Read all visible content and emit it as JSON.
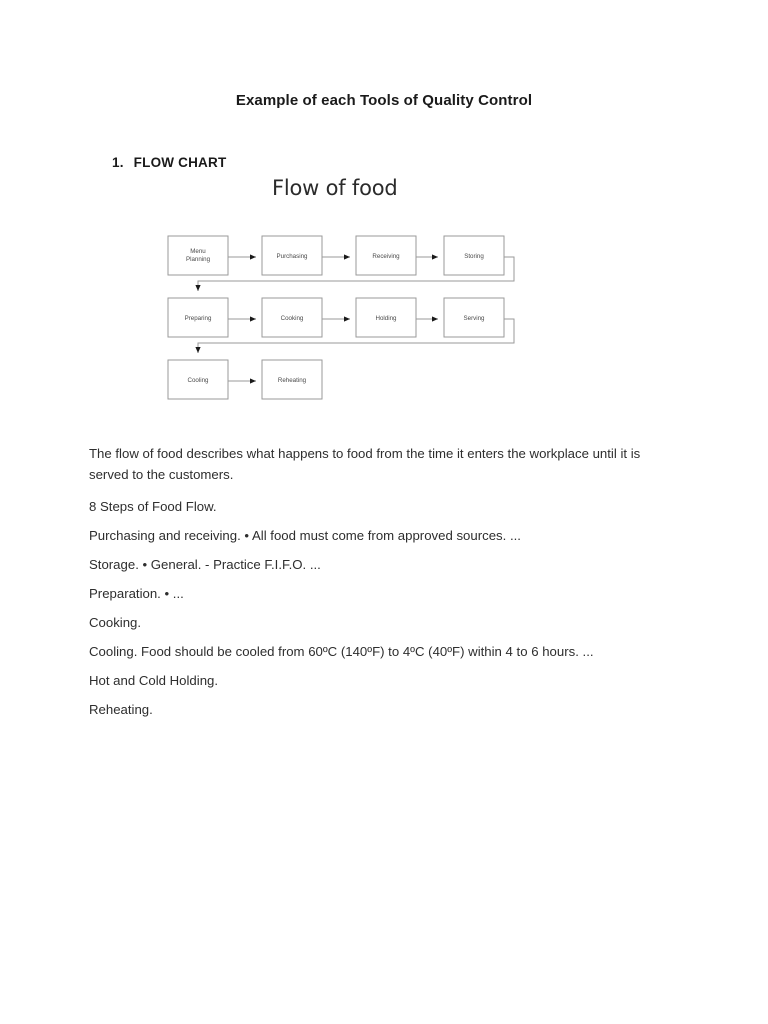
{
  "document": {
    "title": "Example of each Tools of Quality Control",
    "section": {
      "number": "1.",
      "label": "FLOW CHART"
    }
  },
  "figure": {
    "title": "Flow of food",
    "chart_data": {
      "type": "diagram",
      "title": "Flow of food",
      "nodes": [
        {
          "id": "menu-planning",
          "label": "Menu\nPlanning",
          "label_line1": "Menu",
          "label_line2": "Planning",
          "row": 1,
          "col": 1
        },
        {
          "id": "purchasing",
          "label": "Purchasing",
          "row": 1,
          "col": 2
        },
        {
          "id": "receiving",
          "label": "Receiving",
          "row": 1,
          "col": 3
        },
        {
          "id": "storing",
          "label": "Storing",
          "row": 1,
          "col": 4
        },
        {
          "id": "preparing",
          "label": "Preparing",
          "row": 2,
          "col": 1
        },
        {
          "id": "cooking",
          "label": "Cooking",
          "row": 2,
          "col": 2
        },
        {
          "id": "holding",
          "label": "Holding",
          "row": 2,
          "col": 3
        },
        {
          "id": "serving",
          "label": "Serving",
          "row": 2,
          "col": 4
        },
        {
          "id": "cooling",
          "label": "Cooling",
          "row": 3,
          "col": 1
        },
        {
          "id": "reheating",
          "label": "Reheating",
          "row": 3,
          "col": 2
        }
      ],
      "edges": [
        {
          "from": "menu-planning",
          "to": "purchasing"
        },
        {
          "from": "purchasing",
          "to": "receiving"
        },
        {
          "from": "receiving",
          "to": "storing"
        },
        {
          "from": "storing",
          "to": "preparing"
        },
        {
          "from": "preparing",
          "to": "cooking"
        },
        {
          "from": "cooking",
          "to": "holding"
        },
        {
          "from": "holding",
          "to": "serving"
        },
        {
          "from": "serving",
          "to": "cooling"
        },
        {
          "from": "cooling",
          "to": "reheating"
        }
      ]
    }
  },
  "body": {
    "paragraphs": [
      "The flow of food describes what happens to food from the time it enters the workplace until it is served to the customers.",
      "8 Steps of Food Flow.",
      "Purchasing and receiving. • All food must come from approved sources. ...",
      "Storage. • General. - Practice F.I.F.O. ...",
      "Preparation. • ...",
      "Cooking.",
      "Cooling. Food should be cooled from 60ºC (140ºF) to 4ºC (40ºF) within 4 to 6 hours. ...",
      "Hot and Cold Holding.",
      "Reheating."
    ]
  }
}
